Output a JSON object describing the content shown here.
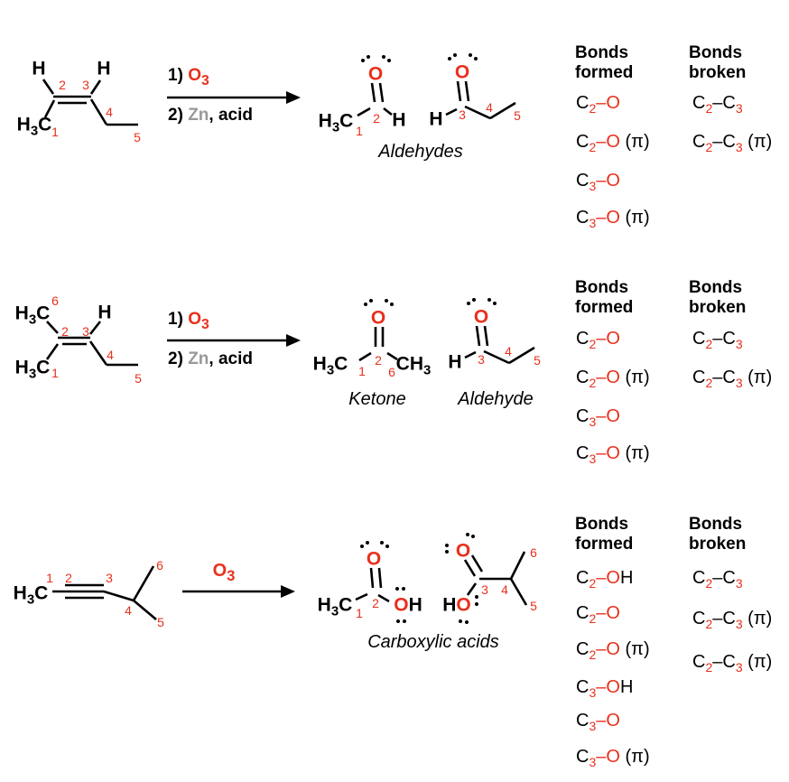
{
  "palette": {
    "red": "#e8301d",
    "gray": "#999999",
    "black": "#000000"
  },
  "headers": {
    "formed": "Bonds\nformed",
    "broken": "Bonds\nbroken"
  },
  "row1": {
    "reactant": {
      "h3c": [
        {
          "t": "H"
        },
        {
          "t": "3",
          "s": 1
        },
        {
          "t": "C"
        }
      ],
      "hL": "H",
      "hR": "H",
      "loc1": "1",
      "loc2": "2",
      "loc3": "3",
      "loc4": "4",
      "loc5": "5"
    },
    "cond": {
      "l1": [
        {
          "t": "1) "
        },
        {
          "t": "O",
          "c": "r"
        },
        {
          "t": "3",
          "s": 1,
          "c": "r"
        }
      ],
      "l2": [
        {
          "t": "2) "
        },
        {
          "t": "Zn",
          "c": "g"
        },
        {
          "t": ", acid"
        }
      ]
    },
    "prod1": {
      "h3c": [
        {
          "t": "H"
        },
        {
          "t": "3",
          "s": 1
        },
        {
          "t": "C"
        }
      ],
      "o": "O",
      "h": "H",
      "loc1": "1",
      "loc2": "2"
    },
    "prod2": {
      "h": "H",
      "o": "O",
      "loc3": "3",
      "loc4": "4",
      "loc5": "5"
    },
    "label": "Aldehydes",
    "formed": [
      [
        {
          "t": "C"
        },
        {
          "t": "2",
          "s": 1,
          "c": "r"
        },
        {
          "t": "–",
          "c": "r"
        },
        {
          "t": "O",
          "c": "r"
        }
      ],
      [
        {
          "t": "C"
        },
        {
          "t": "2",
          "s": 1,
          "c": "r"
        },
        {
          "t": "–",
          "c": "r"
        },
        {
          "t": "O",
          "c": "r"
        },
        {
          "t": " (π)"
        }
      ],
      [
        {
          "t": "C"
        },
        {
          "t": "3",
          "s": 1,
          "c": "r"
        },
        {
          "t": "–",
          "c": "r"
        },
        {
          "t": "O",
          "c": "r"
        }
      ],
      [
        {
          "t": "C"
        },
        {
          "t": "3",
          "s": 1,
          "c": "r"
        },
        {
          "t": "–",
          "c": "r"
        },
        {
          "t": "O",
          "c": "r"
        },
        {
          "t": " (π)"
        }
      ]
    ],
    "broken": [
      [
        {
          "t": "C"
        },
        {
          "t": "2",
          "s": 1,
          "c": "r"
        },
        {
          "t": "–"
        },
        {
          "t": "C"
        },
        {
          "t": "3",
          "s": 1,
          "c": "r"
        }
      ],
      [
        {
          "t": "C"
        },
        {
          "t": "2",
          "s": 1,
          "c": "r"
        },
        {
          "t": "–"
        },
        {
          "t": "C"
        },
        {
          "t": "3",
          "s": 1,
          "c": "r"
        },
        {
          "t": " (π)"
        }
      ]
    ]
  },
  "row2": {
    "reactant": {
      "h3c_top": [
        {
          "t": "H"
        },
        {
          "t": "3",
          "s": 1
        },
        {
          "t": "C"
        }
      ],
      "h3c_bot": [
        {
          "t": "H"
        },
        {
          "t": "3",
          "s": 1
        },
        {
          "t": "C"
        }
      ],
      "hR": "H",
      "loc1": "1",
      "loc2": "2",
      "loc3": "3",
      "loc4": "4",
      "loc5": "5",
      "loc6": "6"
    },
    "cond": {
      "l1": [
        {
          "t": "1) "
        },
        {
          "t": "O",
          "c": "r"
        },
        {
          "t": "3",
          "s": 1,
          "c": "r"
        }
      ],
      "l2": [
        {
          "t": "2) "
        },
        {
          "t": "Zn",
          "c": "g"
        },
        {
          "t": ", acid"
        }
      ]
    },
    "prod1": {
      "h3c": [
        {
          "t": "H"
        },
        {
          "t": "3",
          "s": 1
        },
        {
          "t": "C"
        }
      ],
      "ch3": [
        {
          "t": "CH"
        },
        {
          "t": "3",
          "s": 1
        }
      ],
      "o": "O",
      "loc1": "1",
      "loc2": "2",
      "loc6": "6"
    },
    "prod2": {
      "h": "H",
      "o": "O",
      "loc3": "3",
      "loc4": "4",
      "loc5": "5"
    },
    "label1": "Ketone",
    "label2": "Aldehyde",
    "formed": [
      [
        {
          "t": "C"
        },
        {
          "t": "2",
          "s": 1,
          "c": "r"
        },
        {
          "t": "–",
          "c": "r"
        },
        {
          "t": "O",
          "c": "r"
        }
      ],
      [
        {
          "t": "C"
        },
        {
          "t": "2",
          "s": 1,
          "c": "r"
        },
        {
          "t": "–",
          "c": "r"
        },
        {
          "t": "O",
          "c": "r"
        },
        {
          "t": " (π)"
        }
      ],
      [
        {
          "t": "C"
        },
        {
          "t": "3",
          "s": 1,
          "c": "r"
        },
        {
          "t": "–",
          "c": "r"
        },
        {
          "t": "O",
          "c": "r"
        }
      ],
      [
        {
          "t": "C"
        },
        {
          "t": "3",
          "s": 1,
          "c": "r"
        },
        {
          "t": "–",
          "c": "r"
        },
        {
          "t": "O",
          "c": "r"
        },
        {
          "t": " (π)"
        }
      ]
    ],
    "broken": [
      [
        {
          "t": "C"
        },
        {
          "t": "2",
          "s": 1,
          "c": "r"
        },
        {
          "t": "–"
        },
        {
          "t": "C"
        },
        {
          "t": "3",
          "s": 1,
          "c": "r"
        }
      ],
      [
        {
          "t": "C"
        },
        {
          "t": "2",
          "s": 1,
          "c": "r"
        },
        {
          "t": "–"
        },
        {
          "t": "C"
        },
        {
          "t": "3",
          "s": 1,
          "c": "r"
        },
        {
          "t": " (π)"
        }
      ]
    ]
  },
  "row3": {
    "reactant": {
      "h3c": [
        {
          "t": "H"
        },
        {
          "t": "3",
          "s": 1
        },
        {
          "t": "C"
        }
      ],
      "loc1": "1",
      "loc2": "2",
      "loc3": "3",
      "loc4": "4",
      "loc5": "5",
      "loc6": "6"
    },
    "cond": {
      "l1": [
        {
          "t": "O",
          "c": "r"
        },
        {
          "t": "3",
          "s": 1,
          "c": "r"
        }
      ]
    },
    "prod1": {
      "h3c": [
        {
          "t": "H"
        },
        {
          "t": "3",
          "s": 1
        },
        {
          "t": "C"
        }
      ],
      "o": "O",
      "oh": [
        {
          "t": "O",
          "c": "r"
        },
        {
          "t": "H"
        }
      ],
      "loc1": "1",
      "loc2": "2"
    },
    "prod2": {
      "ho": [
        {
          "t": "H"
        },
        {
          "t": "O",
          "c": "r"
        }
      ],
      "o": "O",
      "loc3": "3",
      "loc4": "4",
      "loc5": "5",
      "loc6": "6"
    },
    "label": "Carboxylic acids",
    "formed": [
      [
        {
          "t": "C"
        },
        {
          "t": "2",
          "s": 1,
          "c": "r"
        },
        {
          "t": "–",
          "c": "r"
        },
        {
          "t": "O",
          "c": "r"
        },
        {
          "t": "H"
        }
      ],
      [
        {
          "t": "C"
        },
        {
          "t": "2",
          "s": 1,
          "c": "r"
        },
        {
          "t": "–",
          "c": "r"
        },
        {
          "t": "O",
          "c": "r"
        }
      ],
      [
        {
          "t": "C"
        },
        {
          "t": "2",
          "s": 1,
          "c": "r"
        },
        {
          "t": "–",
          "c": "r"
        },
        {
          "t": "O",
          "c": "r"
        },
        {
          "t": " (π)"
        }
      ],
      [
        {
          "t": "C"
        },
        {
          "t": "3",
          "s": 1,
          "c": "r"
        },
        {
          "t": "–",
          "c": "r"
        },
        {
          "t": "O",
          "c": "r"
        },
        {
          "t": "H"
        }
      ],
      [
        {
          "t": "C"
        },
        {
          "t": "3",
          "s": 1,
          "c": "r"
        },
        {
          "t": "–",
          "c": "r"
        },
        {
          "t": "O",
          "c": "r"
        }
      ],
      [
        {
          "t": "C"
        },
        {
          "t": "3",
          "s": 1,
          "c": "r"
        },
        {
          "t": "–",
          "c": "r"
        },
        {
          "t": "O",
          "c": "r"
        },
        {
          "t": " (π)"
        }
      ]
    ],
    "broken": [
      [
        {
          "t": "C"
        },
        {
          "t": "2",
          "s": 1,
          "c": "r"
        },
        {
          "t": "–"
        },
        {
          "t": "C"
        },
        {
          "t": "3",
          "s": 1,
          "c": "r"
        }
      ],
      [
        {
          "t": "C"
        },
        {
          "t": "2",
          "s": 1,
          "c": "r"
        },
        {
          "t": "–"
        },
        {
          "t": "C"
        },
        {
          "t": "3",
          "s": 1,
          "c": "r"
        },
        {
          "t": " (π)"
        }
      ],
      [
        {
          "t": "C"
        },
        {
          "t": "2",
          "s": 1,
          "c": "r"
        },
        {
          "t": "–"
        },
        {
          "t": "C"
        },
        {
          "t": "3",
          "s": 1,
          "c": "r"
        },
        {
          "t": " (π)"
        }
      ]
    ]
  }
}
